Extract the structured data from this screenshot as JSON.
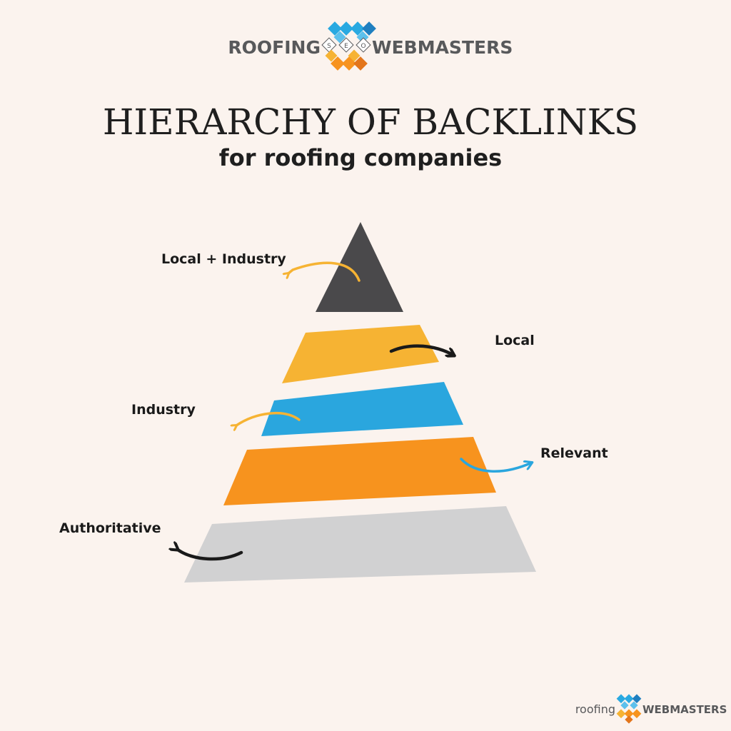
{
  "header_logo": {
    "word_left": "ROOFING",
    "word_right": "WEBMASTERS",
    "emblem_letters": [
      "S",
      "E",
      "O"
    ],
    "colors": {
      "text": "#58595b",
      "blue": "#29a9e1",
      "orange": "#f7931e",
      "yellow": "#f6b333"
    }
  },
  "title": "HIERARCHY OF BACKLINKS",
  "subtitle": "for roofing companies",
  "pyramid": {
    "tiers": [
      {
        "label": "Local + Industry",
        "color": "#4a494b",
        "arrow_color": "#f6b333"
      },
      {
        "label": "Local",
        "color": "#f6b333",
        "arrow_color": "#1a1a1a"
      },
      {
        "label": "Industry",
        "color": "#2aa6de",
        "arrow_color": "#f6b333"
      },
      {
        "label": "Relevant",
        "color": "#f7931e",
        "arrow_color": "#2aa6de"
      },
      {
        "label": "Authoritative",
        "color": "#d1d1d2",
        "arrow_color": "#1a1a1a"
      }
    ]
  },
  "footer_logo": {
    "word_left": "roofing",
    "word_right": "WEBMASTERS"
  }
}
